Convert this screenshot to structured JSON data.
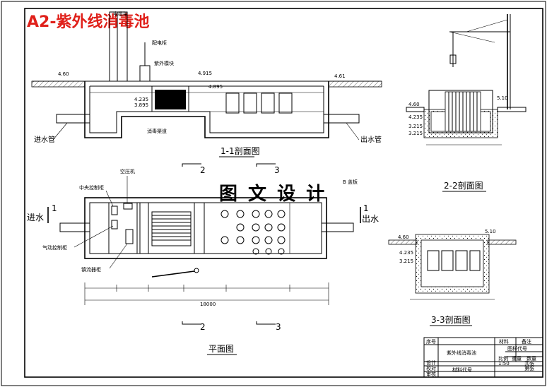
{
  "header": {
    "title": "A2-紫外线消毒池",
    "title_color": "#e0201a"
  },
  "watermark": "图 文 设 计",
  "section_1_1": {
    "caption": "1-1剖面图",
    "labels": {
      "tower": "电缆架",
      "distribution_box": "配电柜",
      "uv_module": "紫外模块",
      "channel": "消毒渠道",
      "inlet_pipe": "进水管",
      "outlet_pipe": "出水管"
    },
    "elevations": [
      "4.60",
      "4.915",
      "4.895",
      "4.61",
      "4.235",
      "3.895"
    ]
  },
  "section_2_2": {
    "caption": "2-2剖面图",
    "elevations": [
      "5.10",
      "4.60",
      "4.235",
      "3.215",
      "3.215"
    ]
  },
  "section_3_3": {
    "caption": "3-3剖面图",
    "elevations": [
      "4.60",
      "5.10",
      "4.235",
      "3.215"
    ]
  },
  "plan": {
    "caption": "平面图",
    "labels": {
      "central_control": "中央控制柜",
      "air_compressor": "空压机",
      "pneumatic_control": "气动控制柜",
      "ballast_cabinet": "镇流器柜",
      "grating": "B 盖板",
      "inlet": "进水",
      "outlet": "出水"
    },
    "cut_marks": [
      "1",
      "1",
      "2",
      "2",
      "3",
      "3"
    ],
    "total_dim": "18000"
  },
  "title_block": {
    "drawing_name": "紫外线消毒池",
    "rows": [
      "序号",
      "材料",
      "备注",
      "图样代号",
      "比例",
      "重量",
      "数量",
      "共张",
      "第张"
    ],
    "designer": "设计",
    "checker": "校对",
    "approver": "审核",
    "material_code": "材料代号",
    "scale": "1:50"
  }
}
